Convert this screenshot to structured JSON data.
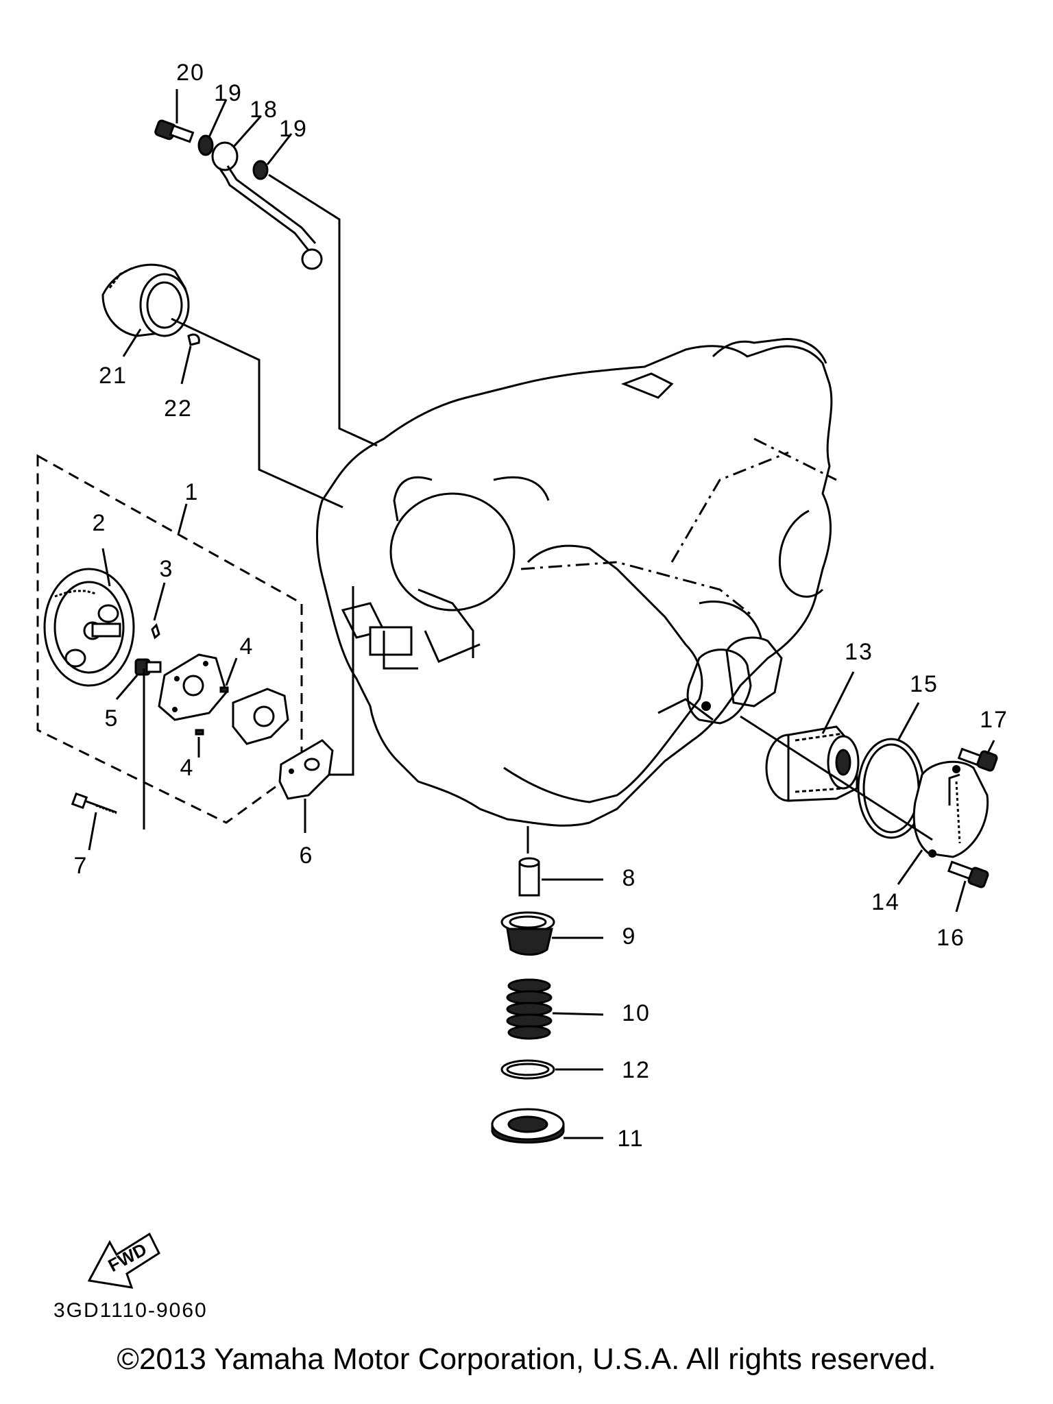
{
  "labels": {
    "1": "1",
    "2": "2",
    "3": "3",
    "4a": "4",
    "4b": "4",
    "5": "5",
    "6": "6",
    "7": "7",
    "8": "8",
    "9": "9",
    "10": "10",
    "11": "11",
    "12": "12",
    "13": "13",
    "14": "14",
    "15": "15",
    "16": "16",
    "17": "17",
    "18": "18",
    "19a": "19",
    "19b": "19",
    "20": "20",
    "21": "21",
    "22": "22"
  },
  "fwd_text": "FWD",
  "diagram_code": "3GD1110-9060",
  "copyright": "©2013 Yamaha Motor Corporation, U.S.A. All rights reserved."
}
